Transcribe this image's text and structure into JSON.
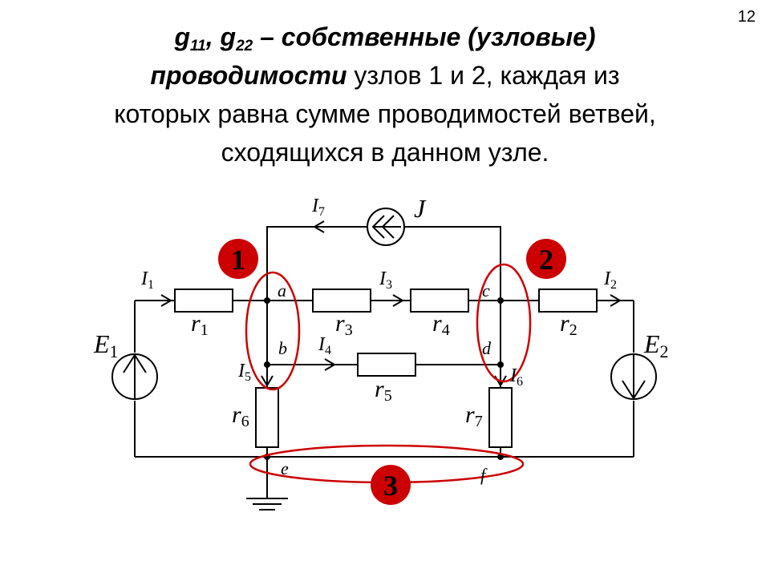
{
  "page_number": "12",
  "heading": {
    "g1": "g",
    "g1_sub": "11",
    "sep": ", ",
    "g2": "g",
    "g2_sub": "22",
    "dash": " – ",
    "emph1": "собственные (узловые)",
    "emph2": "проводимости",
    "rest_line2": " узлов 1 и 2, каждая из",
    "line3": "которых равна сумме проводимостей ветвей,",
    "line4": "сходящихся в данном узле."
  },
  "circuit": {
    "colors": {
      "wire": "#000000",
      "highlight": "#cc0000",
      "badge_fill": "#cc0000",
      "badge_text": "#ffffff"
    },
    "sources": {
      "J": "J",
      "E1": "E",
      "E1_sub": "1",
      "E2": "E",
      "E2_sub": "2"
    },
    "currents": [
      {
        "id": "I7",
        "base": "I",
        "sub": "7"
      },
      {
        "id": "I1",
        "base": "I",
        "sub": "1"
      },
      {
        "id": "I3",
        "base": "I",
        "sub": "3"
      },
      {
        "id": "I2",
        "base": "I",
        "sub": "2"
      },
      {
        "id": "I4",
        "base": "I",
        "sub": "4"
      },
      {
        "id": "I5",
        "base": "I",
        "sub": "5"
      },
      {
        "id": "I6",
        "base": "I",
        "sub": "6"
      }
    ],
    "resistors": [
      {
        "id": "r1",
        "base": "r",
        "sub": "1"
      },
      {
        "id": "r3",
        "base": "r",
        "sub": "3"
      },
      {
        "id": "r4",
        "base": "r",
        "sub": "4"
      },
      {
        "id": "r2",
        "base": "r",
        "sub": "2"
      },
      {
        "id": "r5",
        "base": "r",
        "sub": "5"
      },
      {
        "id": "r6",
        "base": "r",
        "sub": "6"
      },
      {
        "id": "r7",
        "base": "r",
        "sub": "7"
      }
    ],
    "nodes": [
      "a",
      "b",
      "c",
      "d",
      "e",
      "f"
    ],
    "node_badges": [
      "1",
      "2",
      "3"
    ]
  }
}
